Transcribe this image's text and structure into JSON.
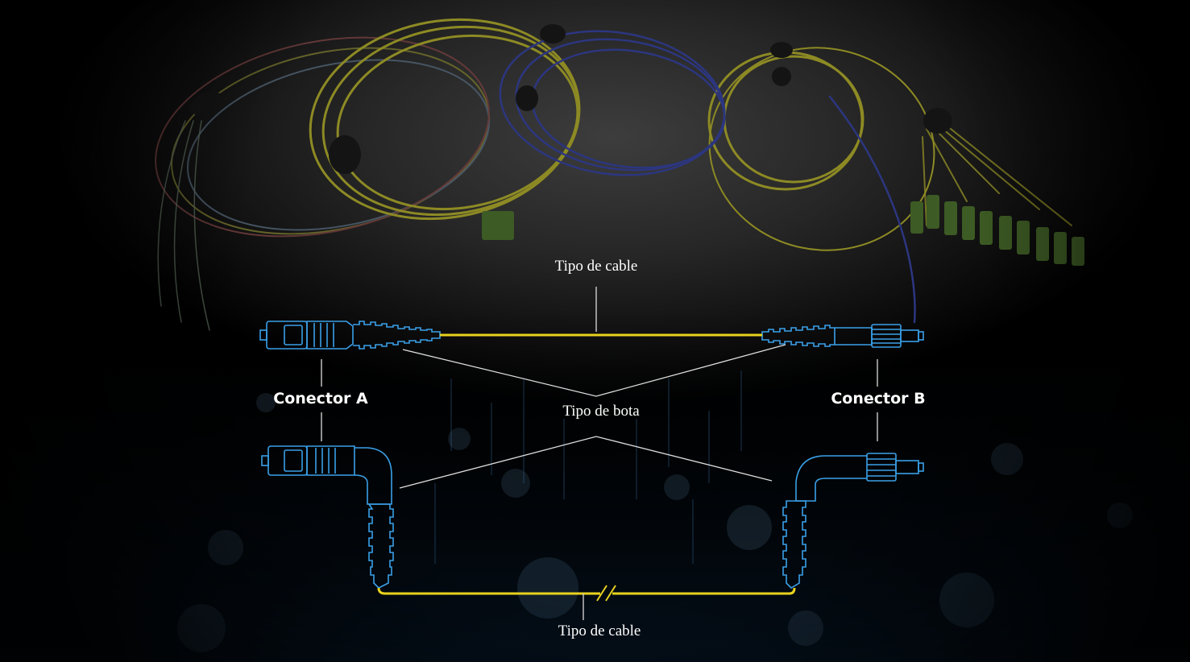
{
  "labels": {
    "cable_type_top": "Tipo de cable",
    "connector_a": "Conector A",
    "boot_type": "Tipo de bota",
    "connector_b": "Conector B",
    "cable_type_bottom": "Tipo de cable"
  },
  "colors": {
    "connector_outline": "#3aa0e8",
    "cable": "#e8d21e",
    "leader_line": "#dcdcdc",
    "text": "#ffffff"
  },
  "icons": {
    "photo": "fiber-patch-cords-photo",
    "straight_cable": "straight-sc-fc-patch-cord-icon",
    "angled_cable": "angled-sc-fc-patch-cord-icon"
  }
}
